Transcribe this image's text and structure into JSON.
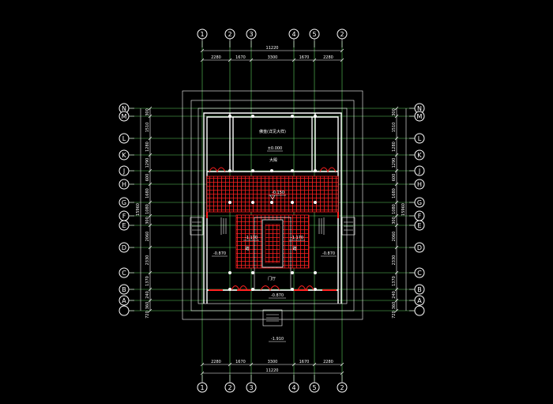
{
  "axes_top": [
    "1",
    "2",
    "3",
    "4",
    "5",
    "2"
  ],
  "axes_bottom": [
    "1",
    "2",
    "3",
    "4",
    "5",
    "2"
  ],
  "axes_left": [
    "N",
    "M",
    "L",
    "K",
    "J",
    "H",
    "G",
    "F",
    "E",
    "D",
    "C",
    "B",
    "A",
    ""
  ],
  "axes_right": [
    "N",
    "M",
    "L",
    "K",
    "J",
    "H",
    "G",
    "F",
    "E",
    "D",
    "C",
    "B",
    "A",
    ""
  ],
  "dims_top": {
    "total": "11220",
    "segments": [
      "2280",
      "1670",
      "3300",
      "1670",
      "2280"
    ]
  },
  "dims_bottom": {
    "total": "11220",
    "segments": [
      "2280",
      "1670",
      "3300",
      "1670",
      "2280"
    ]
  },
  "dims_left": {
    "total": "15960",
    "segments": [
      "300",
      "1510",
      "1280",
      "1290",
      "600",
      "1680",
      "1080",
      "300",
      "2060",
      "2330",
      "1370",
      "240",
      "360",
      "720"
    ]
  },
  "dims_right": {
    "total": "15960",
    "segments": [
      "300",
      "1510",
      "1280",
      "1290",
      "600",
      "1680",
      "1080",
      "300",
      "2060",
      "2330",
      "1370",
      "240",
      "360",
      "720"
    ]
  },
  "annotations": {
    "upper_room": "佛龛(详见大样)",
    "upper_level": "±0.000",
    "upper_hall": "大殿",
    "mid_level": "-0.150",
    "left_step_level": "-1.170",
    "right_step_level": "-1.170",
    "left_side_level": "-0.870",
    "right_side_level": "-0.870",
    "lower_label": "门厅",
    "lower_level": "-0.870",
    "left_mark": "踏",
    "right_mark": "踏",
    "bottom_level": "-1.910"
  },
  "colors": {
    "background": "#000000",
    "lines": "#ffffff",
    "grid": "#5fd05f",
    "hatch": "#ff2020"
  }
}
